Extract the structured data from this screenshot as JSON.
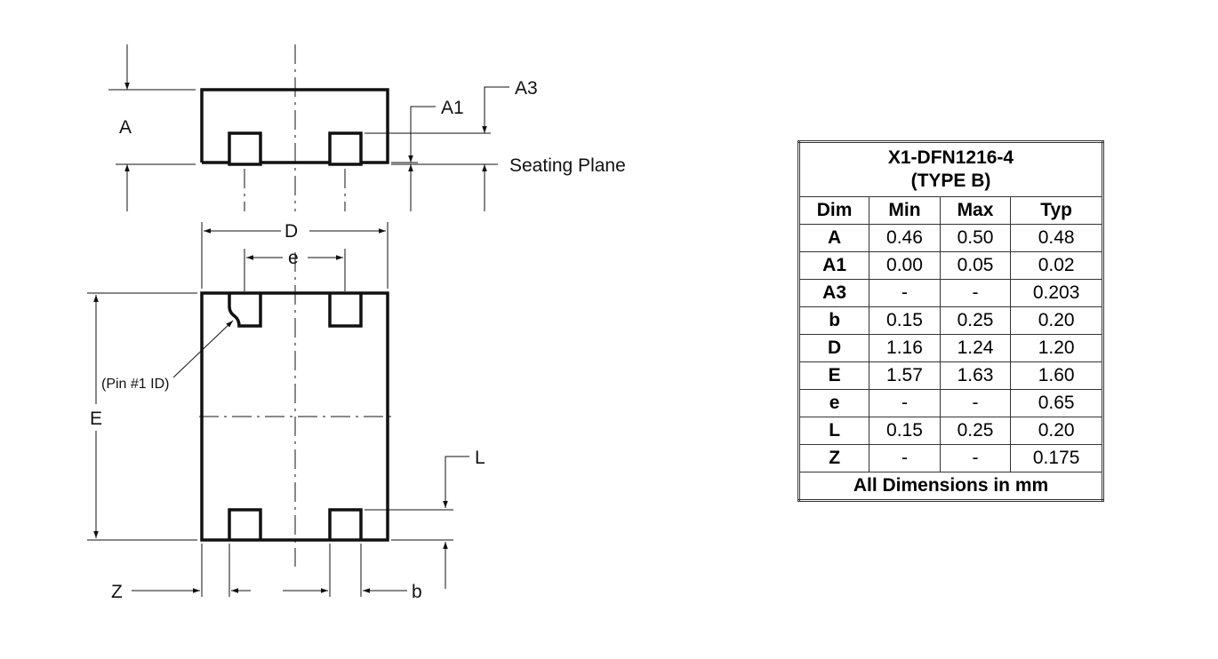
{
  "drawing": {
    "labels": {
      "A": "A",
      "A1": "A1",
      "A3": "A3",
      "seating_plane": "Seating Plane",
      "D": "D",
      "e": "e",
      "E": "E",
      "pin1": "(Pin #1 ID)",
      "L": "L",
      "Z": "Z",
      "b": "b"
    }
  },
  "table": {
    "title_line1": "X1-DFN1216-4",
    "title_line2": "(TYPE B)",
    "headers": [
      "Dim",
      "Min",
      "Max",
      "Typ"
    ],
    "rows": [
      [
        "A",
        "0.46",
        "0.50",
        "0.48"
      ],
      [
        "A1",
        "0.00",
        "0.05",
        "0.02"
      ],
      [
        "A3",
        "-",
        "-",
        "0.203"
      ],
      [
        "b",
        "0.15",
        "0.25",
        "0.20"
      ],
      [
        "D",
        "1.16",
        "1.24",
        "1.20"
      ],
      [
        "E",
        "1.57",
        "1.63",
        "1.60"
      ],
      [
        "e",
        "-",
        "-",
        "0.65"
      ],
      [
        "L",
        "0.15",
        "0.25",
        "0.20"
      ],
      [
        "Z",
        "-",
        "-",
        "0.175"
      ]
    ],
    "footer": "All Dimensions in mm"
  }
}
